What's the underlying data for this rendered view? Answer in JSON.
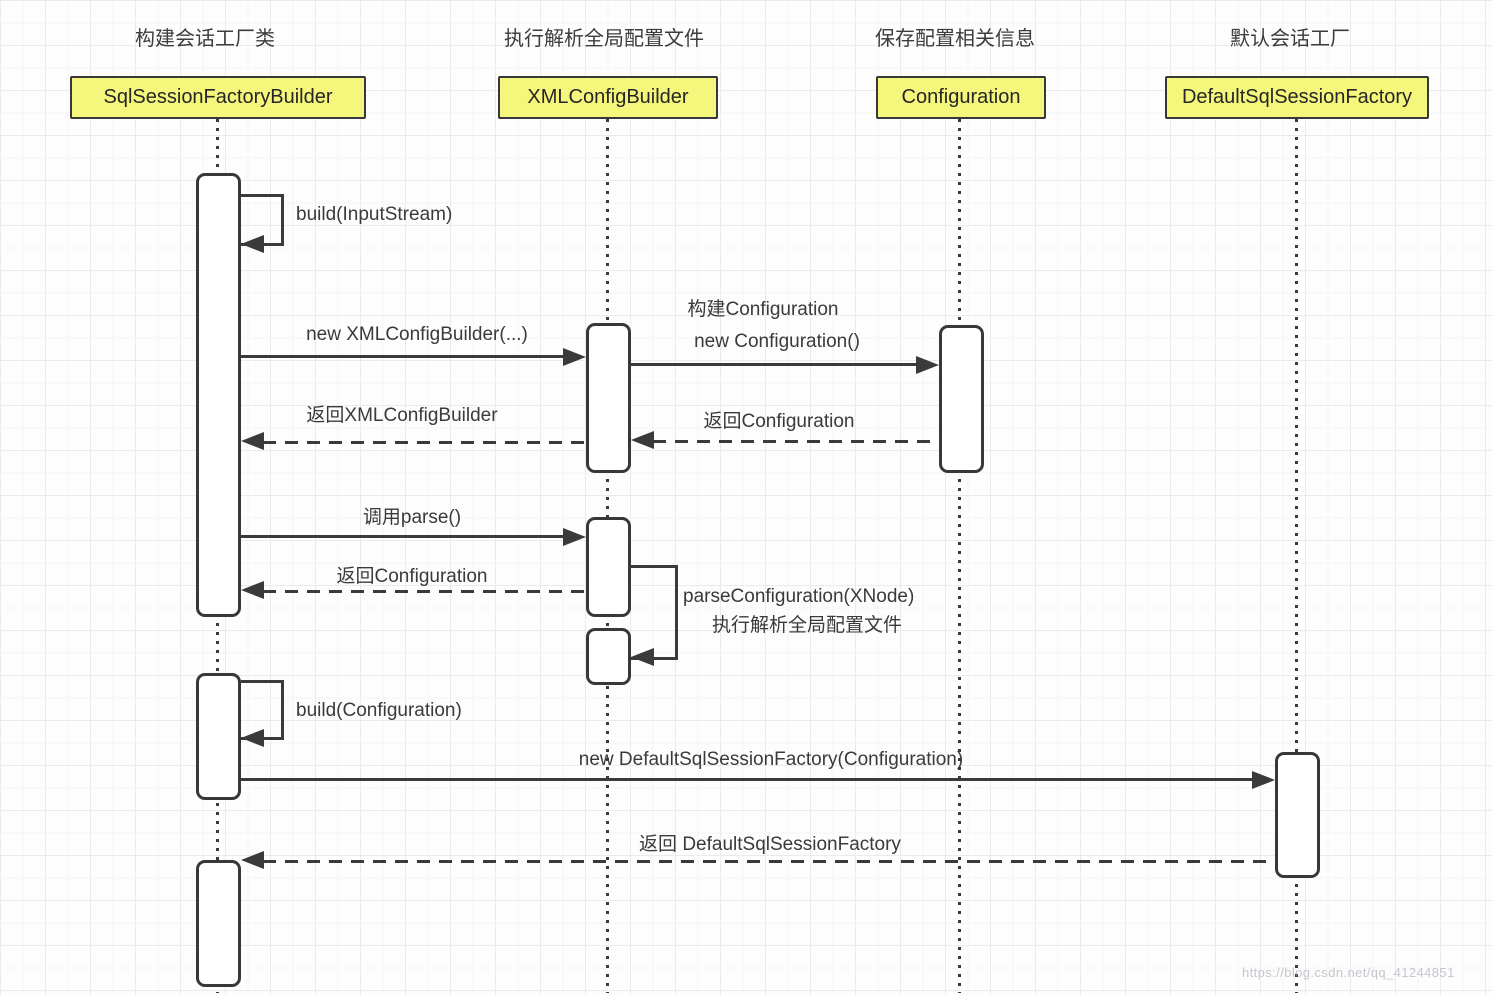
{
  "diagram": {
    "type": "uml-sequence",
    "colors": {
      "actor_fill": "#f5f67c",
      "line": "#3a3a3a",
      "background": "#fdfdfe",
      "grid_major": "#ebebee",
      "grid_minor": "#f5f5f7"
    },
    "actors": [
      {
        "note": "构建会话工厂类",
        "name": "SqlSessionFactoryBuilder"
      },
      {
        "note": "执行解析全局配置文件",
        "name": "XMLConfigBuilder"
      },
      {
        "note": "保存配置相关信息",
        "name": "Configuration"
      },
      {
        "note": "默认会话工厂",
        "name": "DefaultSqlSessionFactory"
      }
    ],
    "messages": {
      "build_inputstream": "build(InputStream)",
      "new_xmlconfigbuilder": "new XMLConfigBuilder(...)",
      "build_configuration_note": "构建Configuration",
      "new_configuration": "new Configuration()",
      "return_xmlconfigbuilder": "返回XMLConfigBuilder",
      "return_configuration_1": "返回Configuration",
      "call_parse": "调用parse()",
      "return_configuration_2": "返回Configuration",
      "parse_configuration": "parseConfiguration(XNode)",
      "parse_configuration_note": "执行解析全局配置文件",
      "build_configuration": "build(Configuration)",
      "new_default_sql_session_factory": "new DefaultSqlSessionFactory(Configuration)",
      "return_default_sql_session_factory": "返回 DefaultSqlSessionFactory"
    },
    "watermark": "https://blog.csdn.net/qq_41244851"
  }
}
